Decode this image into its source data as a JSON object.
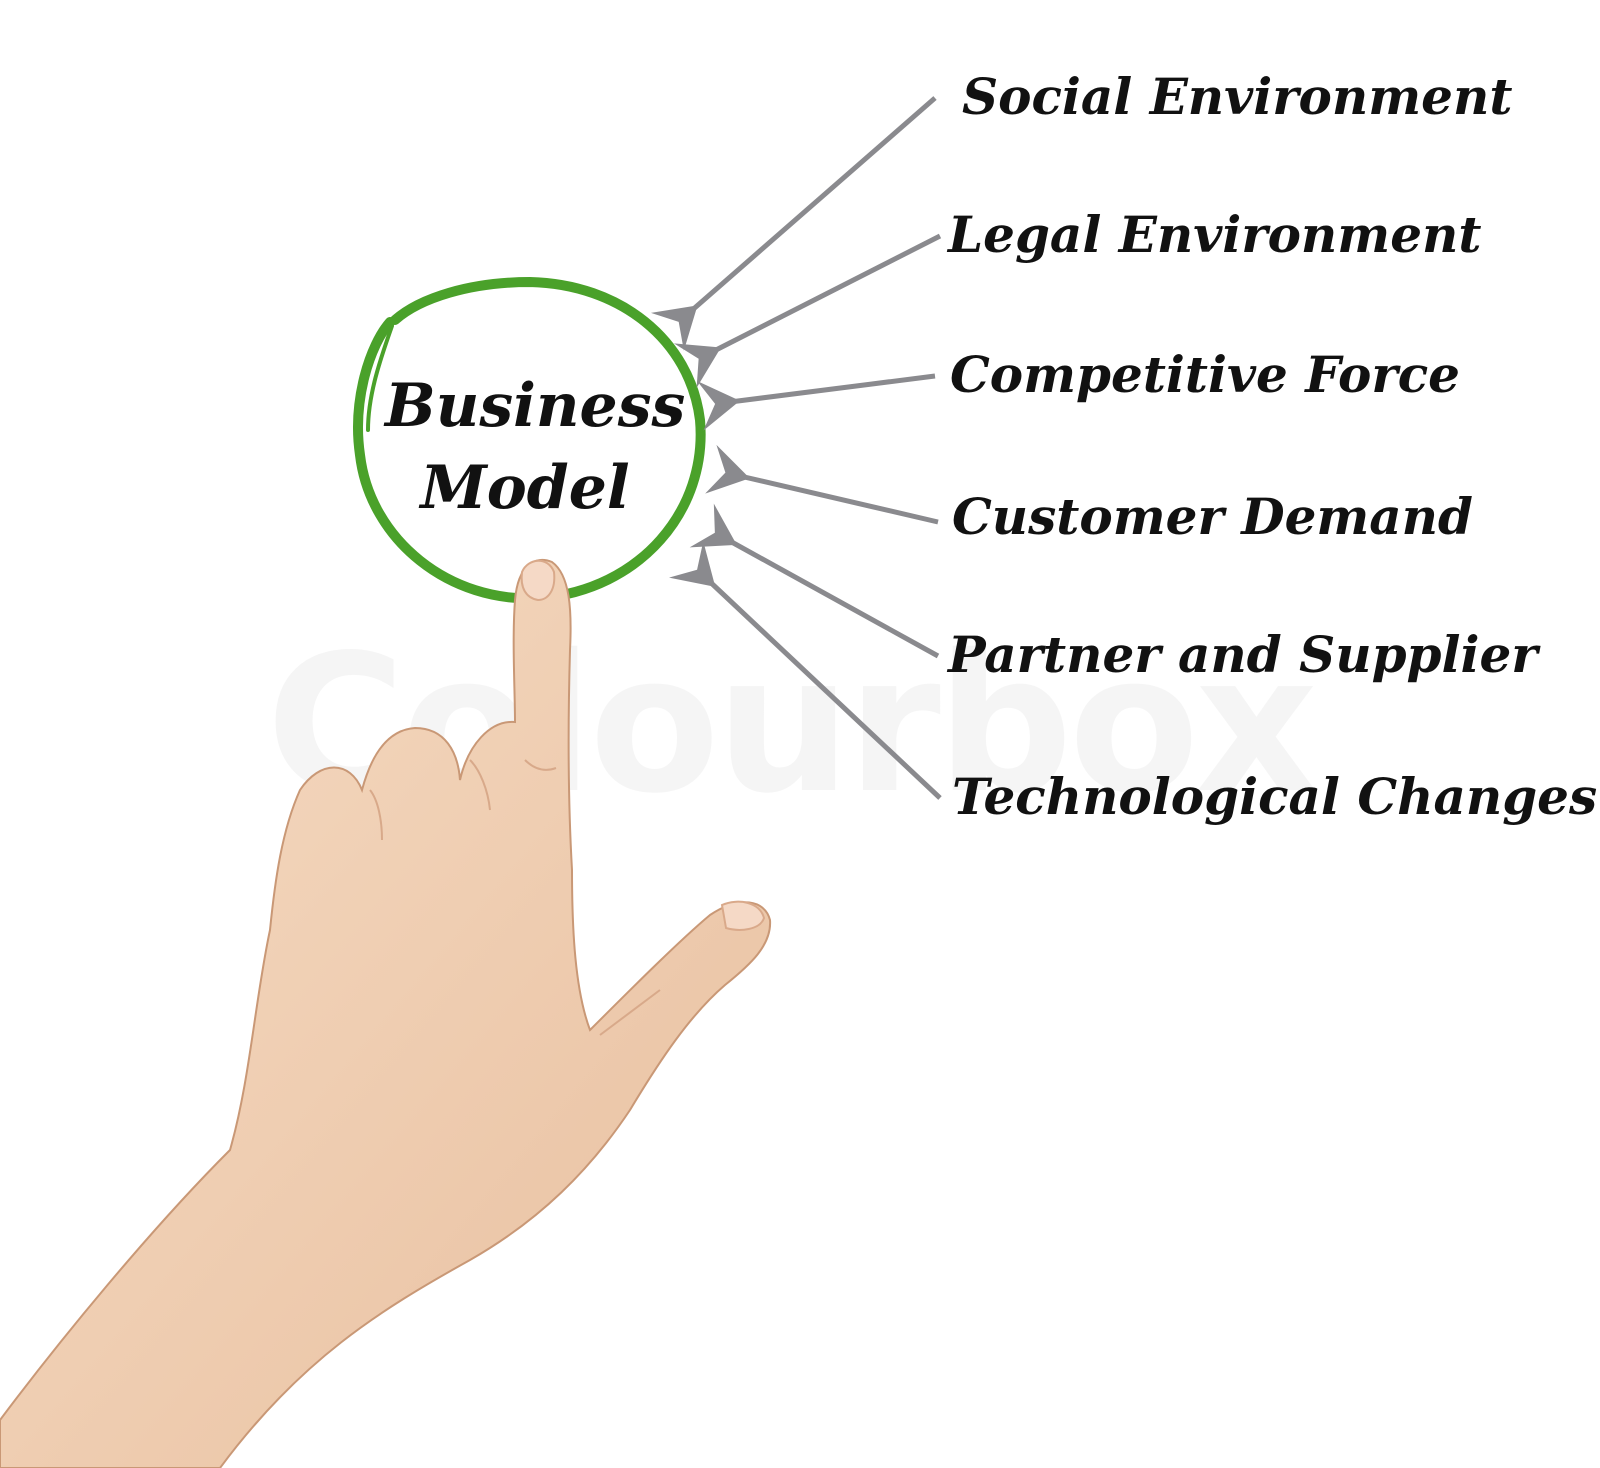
{
  "diagram": {
    "center": {
      "line1": "Business",
      "line2": "Model"
    },
    "factors": [
      {
        "id": "social",
        "label": "Social Environment"
      },
      {
        "id": "legal",
        "label": "Legal Environment"
      },
      {
        "id": "competitive",
        "label": "Competitive Force"
      },
      {
        "id": "customer",
        "label": "Customer Demand"
      },
      {
        "id": "partner",
        "label": "Partner and Supplier"
      },
      {
        "id": "technological",
        "label": "Technological Changes"
      }
    ],
    "watermark": "Colourbox"
  },
  "colors": {
    "circle": "#4aa12a",
    "arrow": "#8a8a8e",
    "text": "#111111",
    "skin": "#f2d0b4"
  },
  "icons": {
    "hand": "pointing-hand-icon"
  }
}
